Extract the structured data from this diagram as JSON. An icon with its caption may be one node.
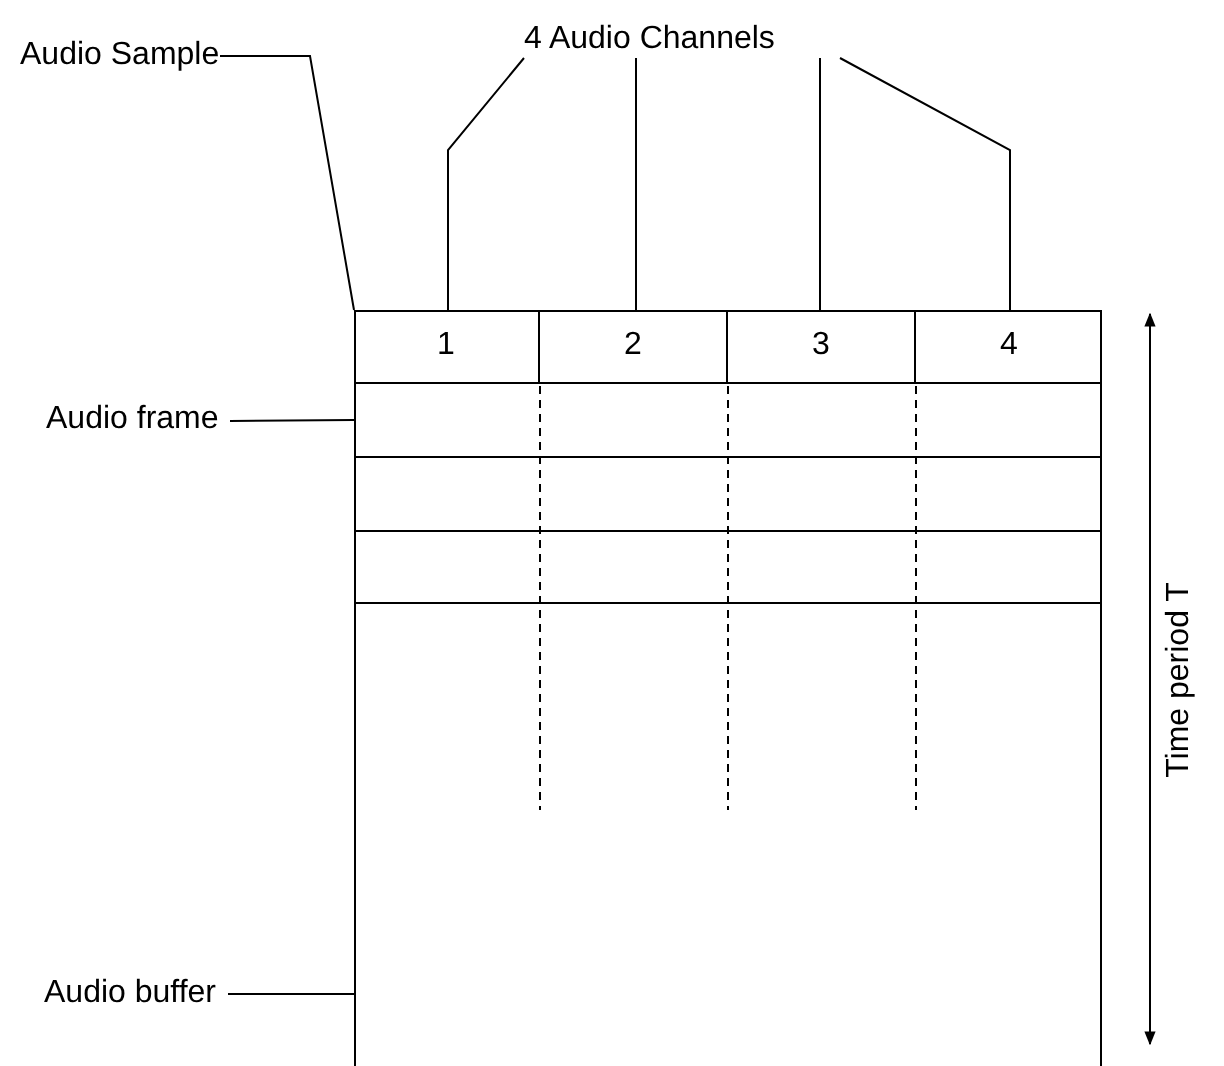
{
  "diagram": {
    "nodes": [
      {
        "text": [
          "4 Audio Channels"
        ]
      },
      {
        "text": [
          "Audio Sample"
        ]
      },
      {
        "text": [],
        "shape": "box"
      },
      {
        "text": [
          "1"
        ],
        "in": 2
      },
      {
        "text": [
          "2"
        ],
        "in": 2
      },
      {
        "text": [
          "3"
        ],
        "in": 2
      },
      {
        "text": [
          "4"
        ],
        "in": 2
      },
      {
        "text": [
          "Audio frame"
        ]
      },
      {
        "text": [],
        "shape": "box",
        "in": 2
      },
      {
        "text": [],
        "shape": "box",
        "in": 2
      },
      {
        "text": [],
        "shape": "box",
        "in": 2
      },
      {
        "text": [
          "Audio buffer"
        ]
      }
    ],
    "edges": [
      {
        "from": 0,
        "to": 3,
        "arrow": "none"
      },
      {
        "from": 0,
        "to": 4,
        "arrow": "none"
      },
      {
        "from": 0,
        "to": 5,
        "arrow": "none"
      },
      {
        "from": 0,
        "to": 6,
        "arrow": "none"
      },
      {
        "from": 1,
        "to": 3,
        "arrow": "none"
      },
      {
        "from": 7,
        "to": 8,
        "arrow": "none"
      },
      {
        "from": 11,
        "to": 2,
        "arrow": "none"
      }
    ],
    "labels": [
      "Time period T"
    ]
  }
}
